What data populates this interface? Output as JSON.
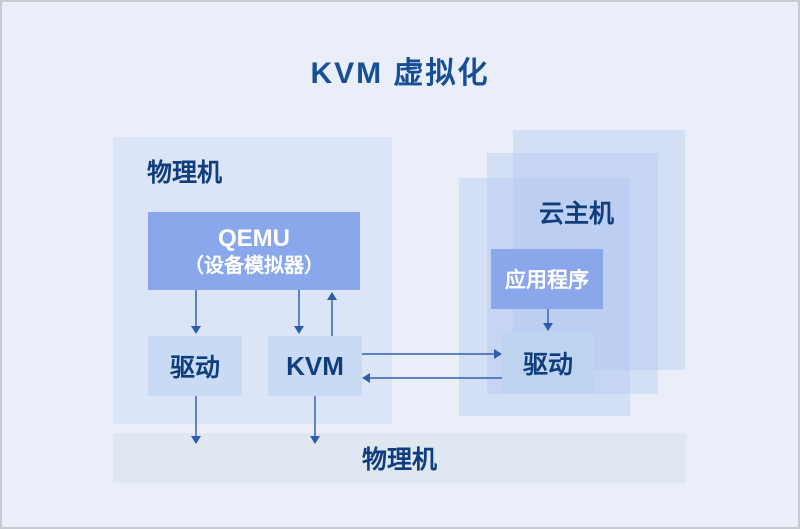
{
  "title": "KVM 虚拟化",
  "colors": {
    "page_bg": "#e9eef8",
    "panel_bg": "#dbe5f7",
    "accent_box": "#8ba7ec",
    "light_box": "#c9daf4",
    "cloud_driver_box": "#bed3f0",
    "bottom_bar_bg": "#dfe7f1",
    "title_text": "#174f94",
    "label_text": "#103e7d",
    "arrow": "#4a72bb"
  },
  "physical_host": {
    "label": "物理机",
    "qemu_box": {
      "title": "QEMU",
      "subtitle": "（设备模拟器）"
    },
    "driver_box": {
      "label": "驱动"
    },
    "kvm_box": {
      "label": "KVM"
    }
  },
  "cloud_host": {
    "label": "云主机",
    "stacked_panels": 3,
    "app_box": {
      "label": "应用程序"
    },
    "driver_box": {
      "label": "驱动"
    }
  },
  "bottom_bar": {
    "label": "物理机"
  },
  "connections": [
    {
      "from": "qemu",
      "to": "physical-driver",
      "direction": "down"
    },
    {
      "from": "qemu",
      "to": "kvm",
      "direction": "down"
    },
    {
      "from": "kvm",
      "to": "qemu",
      "direction": "up"
    },
    {
      "from": "physical-driver",
      "to": "physical-machine-bar",
      "direction": "down"
    },
    {
      "from": "kvm",
      "to": "physical-machine-bar",
      "direction": "down"
    },
    {
      "from": "kvm",
      "to": "cloud-driver",
      "direction": "right"
    },
    {
      "from": "cloud-driver",
      "to": "kvm",
      "direction": "left"
    },
    {
      "from": "app",
      "to": "cloud-driver",
      "direction": "down"
    }
  ]
}
